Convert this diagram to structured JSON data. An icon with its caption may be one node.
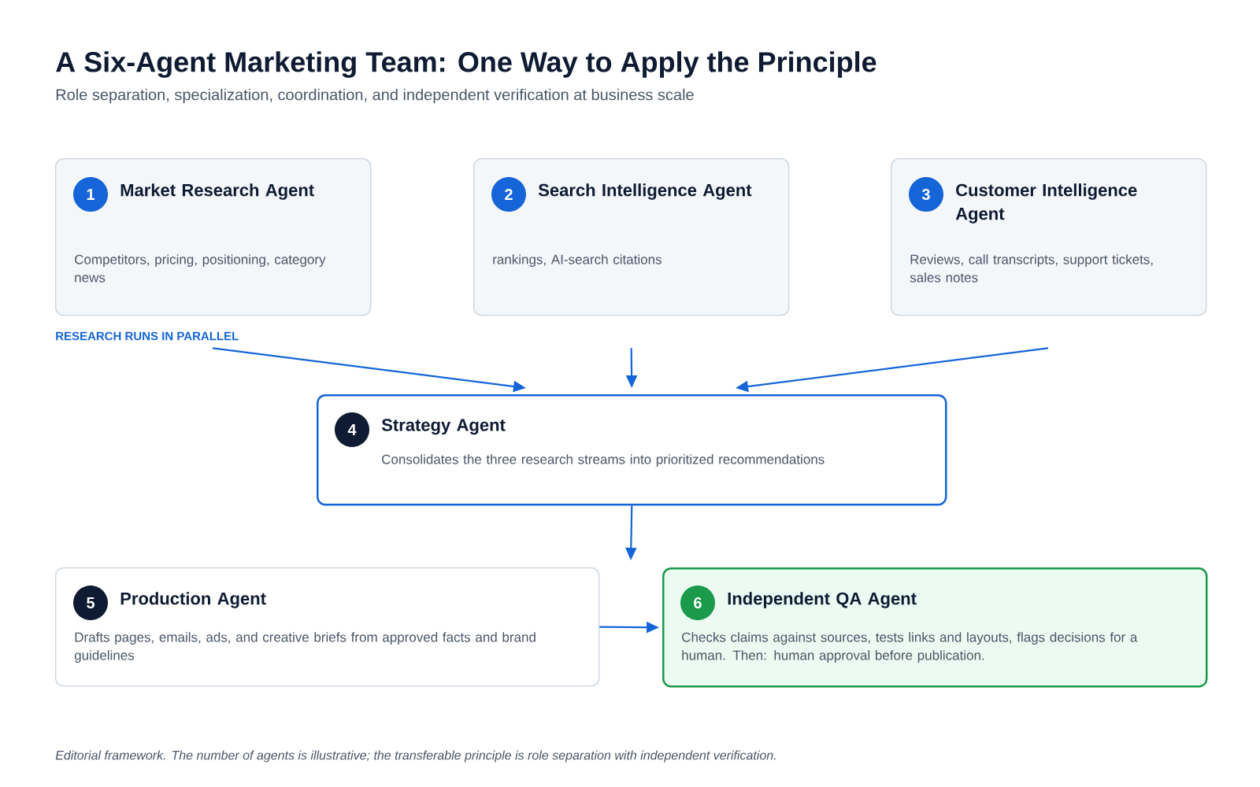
{
  "diagram": {
    "title": "A Six-Agent Marketing Team: One Way to Apply the Principle",
    "caption": "Editorial framework. The number of agents is illustrative; the transferable principle is role separation with independent verification.",
    "nodes": [
      {
        "text": [
          "1",
          "Market Research Agent",
          "Competitors, pricing, positioning, category news"
        ]
      },
      {
        "text": [
          "2",
          "Search Intelligence Agent",
          "rankings, AI-search citations"
        ]
      },
      {
        "text": [
          "3",
          "Customer Intelligence Agent",
          "Reviews, call transcripts, support tickets, sales notes"
        ]
      },
      {
        "text": [
          "4",
          "Strategy Agent",
          "Consolidates the three research streams into prioritized recommendations"
        ]
      },
      {
        "text": [
          "5",
          "Production Agent",
          "Drafts pages, emails, ads, and creative briefs from approved facts and brand guidelines"
        ]
      },
      {
        "text": [
          "6",
          "Independent QA Agent",
          "Checks claims against sources, tests links and layouts, flags decisions for a human. Then: human approval before publication."
        ]
      }
    ],
    "edges": [
      {
        "from": 0,
        "to": 3,
        "arrow": "to"
      },
      {
        "from": 1,
        "to": 3,
        "arrow": "to"
      },
      {
        "from": 2,
        "to": 3,
        "arrow": "to"
      },
      {
        "from": 3,
        "to": null,
        "arrow": "to"
      },
      {
        "from": 4,
        "to": 5,
        "arrow": "to"
      }
    ],
    "labels": [
      "Role separation, specialization, coordination, and independent verification at business scale",
      "RESEARCH RUNS IN PARALLEL"
    ]
  }
}
